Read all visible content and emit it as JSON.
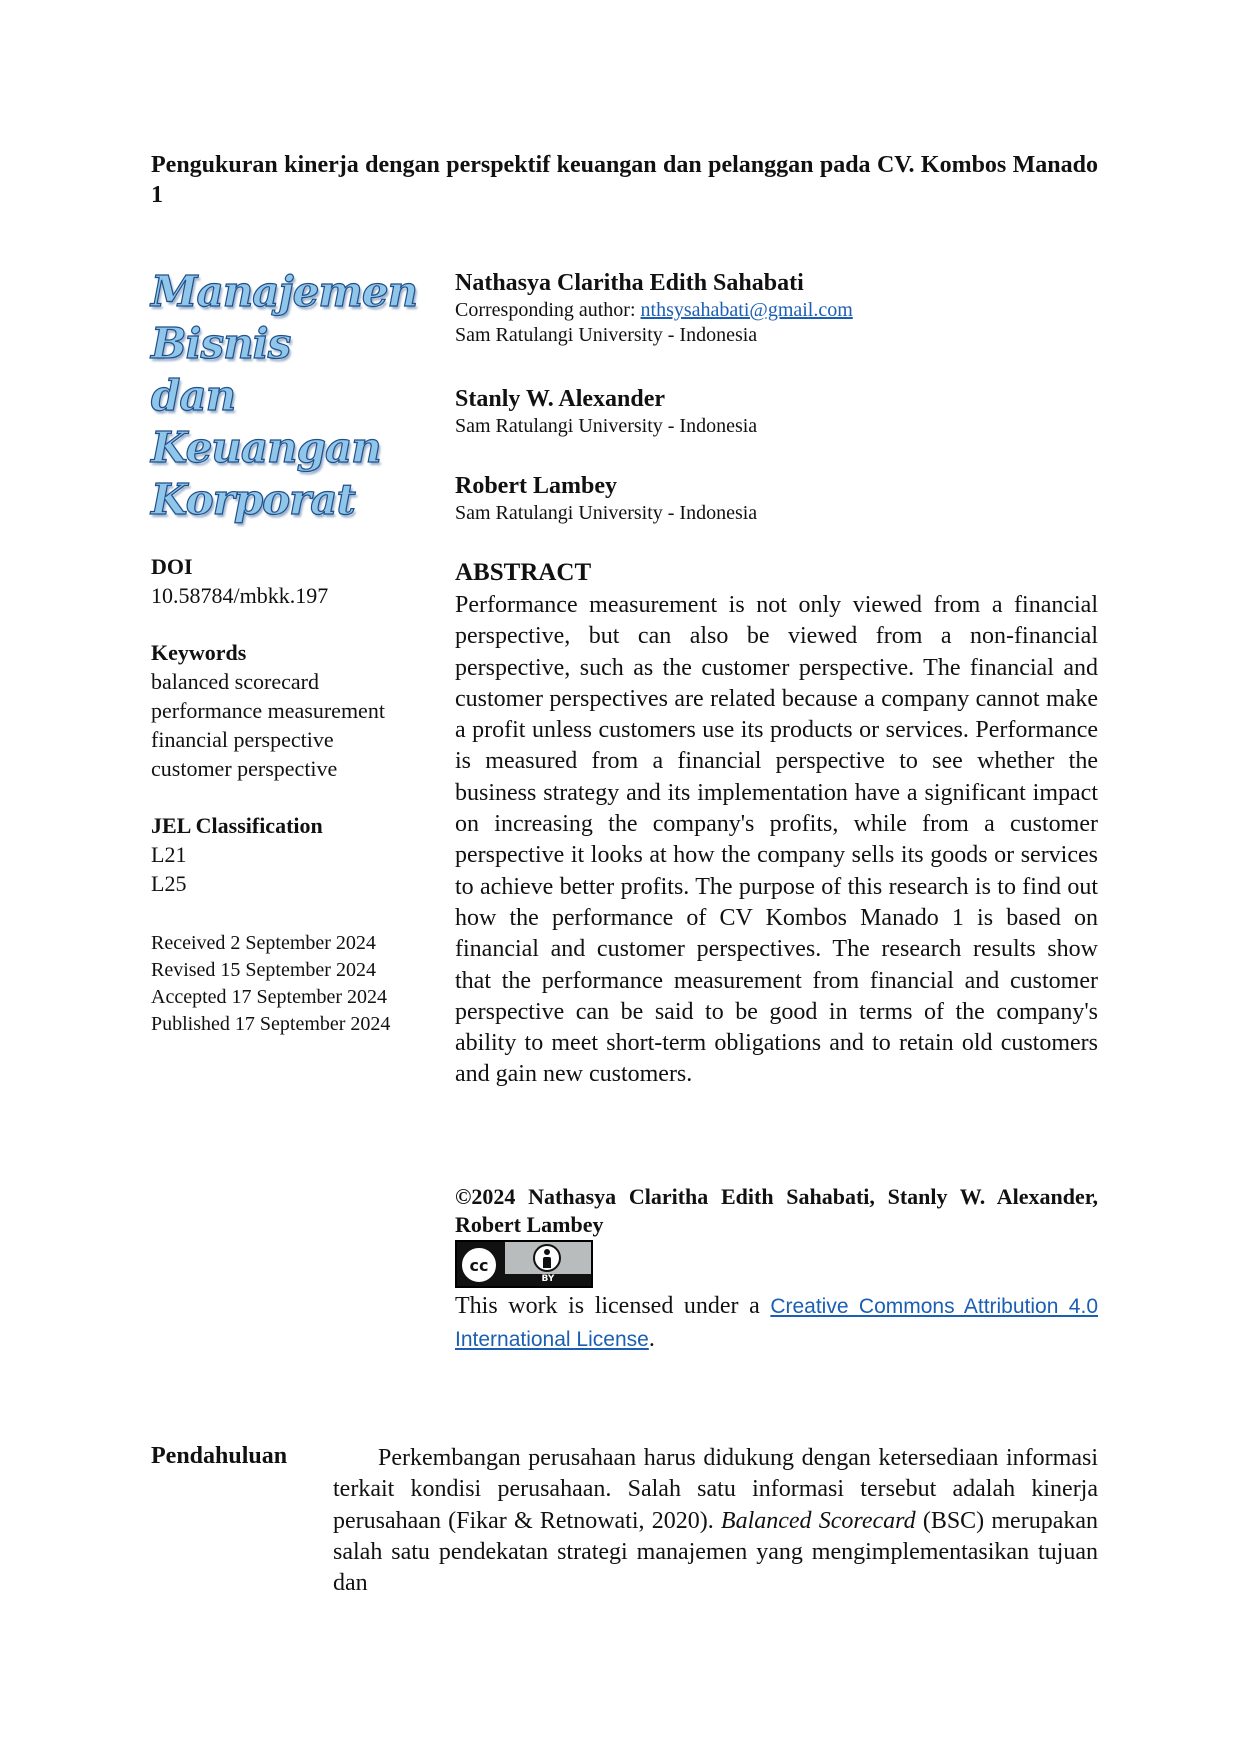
{
  "title": "Pengukuran kinerja dengan perspektif keuangan dan pelanggan pada CV. Kombos Manado 1",
  "journal_logo": [
    "Manajemen",
    "Bisnis",
    "dan",
    "Keuangan",
    "Korporat"
  ],
  "doi": {
    "label": "DOI",
    "value": "10.58784/mbkk.197"
  },
  "keywords": {
    "label": "Keywords",
    "items": [
      "balanced scorecard",
      "performance measurement",
      "financial perspective",
      "customer perspective"
    ]
  },
  "jel": {
    "label": "JEL Classification",
    "items": [
      "L21",
      "L25"
    ]
  },
  "dates": [
    "Received 2 September 2024",
    "Revised 15 September 2024",
    "Accepted 17 September 2024",
    "Published 17 September 2024"
  ],
  "authors": [
    {
      "name": "Nathasya Claritha Edith Sahabati",
      "corr_label": "Corresponding author: ",
      "email": "nthsysahabati@gmail.com",
      "affiliation": "Sam Ratulangi University - Indonesia"
    },
    {
      "name": "Stanly W. Alexander",
      "affiliation": "Sam Ratulangi University - Indonesia"
    },
    {
      "name": "Robert Lambey",
      "affiliation": "Sam Ratulangi University - Indonesia"
    }
  ],
  "abstract": {
    "heading": "ABSTRACT",
    "text": "Performance measurement is not only viewed from a financial perspective, but can also be viewed from a non-financial perspective, such as the customer perspective. The financial and customer perspectives are related because a company cannot make a profit unless customers use its products or services. Performance is measured from a financial perspective to see whether the business strategy and its implementation have a significant impact on increasing the company's profits, while from a customer perspective it looks at how the company sells its goods or services to achieve better profits. The purpose of this research is to find out how the performance of CV Kombos Manado 1 is based on financial and customer perspectives. The research results show that the performance measurement from financial and customer perspective can be said to be good in terms of the company's ability to meet short-term obligations and to retain old customers and gain new customers."
  },
  "copyright": "©2024 Nathasya Claritha Edith Sahabati, Stanly W. Alexander, Robert Lambey",
  "license": {
    "badge_cc": "cc",
    "badge_by": "BY",
    "prefix": "This work is licensed under a ",
    "link_text": "Creative Commons Attribution 4.0 International License",
    "suffix": "."
  },
  "intro": {
    "heading": "Pendahuluan",
    "text_1": "Perkembangan perusahaan harus didukung dengan ketersediaan informasi terkait kondisi perusahaan. Salah satu informasi tersebut adalah kinerja perusahaan (Fikar & Retnowati, 2020). ",
    "italic": "Balanced Scorecard",
    "text_2": " (BSC) merupakan salah satu pendekatan strategi manajemen yang mengimplementasikan tujuan dan"
  }
}
